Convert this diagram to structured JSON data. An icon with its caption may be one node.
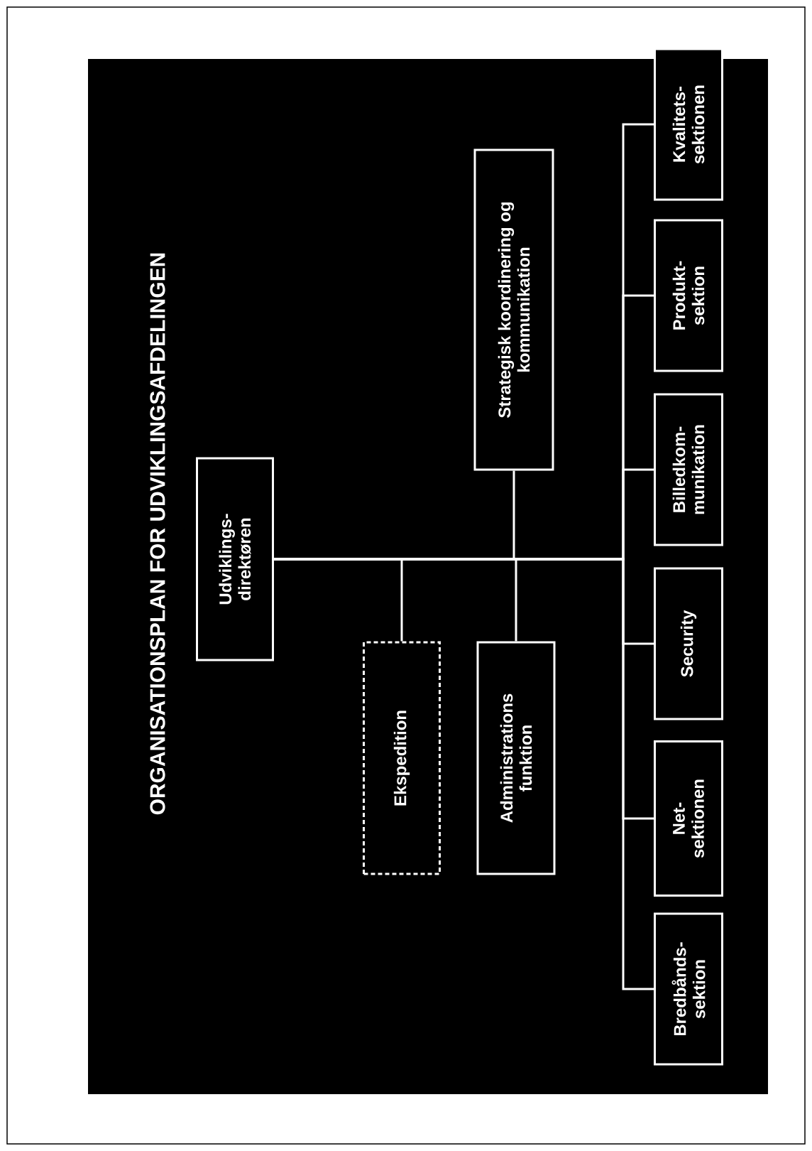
{
  "diagram": {
    "title": "ORGANISATIONSPLAN FOR UDVIKLINGSAFDELINGEN",
    "nodes": [
      {
        "text": [
          "Udviklings- direktøren"
        ]
      },
      {
        "text": [
          "Strategisk koordinering og kommunikation"
        ]
      },
      {
        "text": [
          "Ekspedition"
        ]
      },
      {
        "text": [
          "Administrations funktion"
        ]
      },
      {
        "text": [
          "Bredbånds- sektion"
        ]
      },
      {
        "text": [
          "Net- sektionen"
        ]
      },
      {
        "text": [
          "Security"
        ]
      },
      {
        "text": [
          "Billedkom- munikation"
        ]
      },
      {
        "text": [
          "Produkt- sektion"
        ]
      },
      {
        "text": [
          "Kvalitets- sektionen"
        ]
      }
    ],
    "edges": [
      {
        "from": 0,
        "to": 1,
        "arrow": "none"
      },
      {
        "from": 0,
        "to": 2,
        "arrow": "none"
      },
      {
        "from": 0,
        "to": 3,
        "arrow": "none"
      },
      {
        "from": 0,
        "to": 4,
        "arrow": "none"
      },
      {
        "from": 0,
        "to": 5,
        "arrow": "none"
      },
      {
        "from": 0,
        "to": 6,
        "arrow": "none"
      },
      {
        "from": 0,
        "to": 7,
        "arrow": "none"
      },
      {
        "from": 0,
        "to": 8,
        "arrow": "none"
      },
      {
        "from": 0,
        "to": 9,
        "arrow": "none"
      }
    ]
  }
}
